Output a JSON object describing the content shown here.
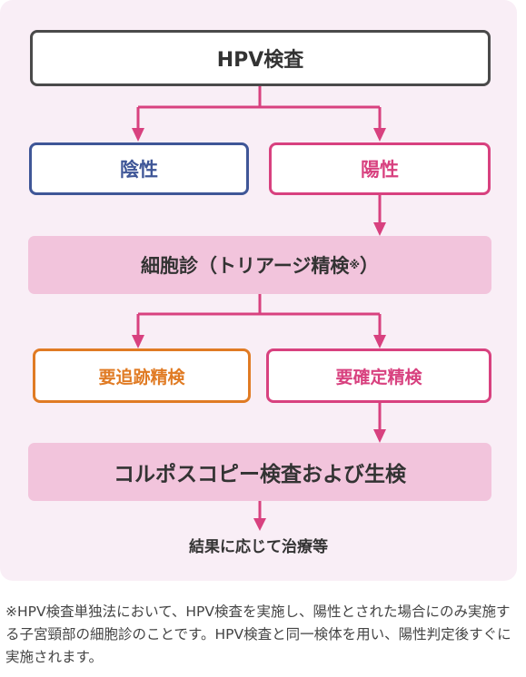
{
  "flow": {
    "hpv_test": "HPV検査",
    "negative": "陰性",
    "positive": "陽性",
    "cytology": "細胞診（トリアージ精検",
    "cytology_mark": "※",
    "cytology_close": "）",
    "follow_up": "要追跡精検",
    "confirm": "要確定精検",
    "colposcopy": "コルポスコピー検査および生検",
    "result": "結果に応じて治療等"
  },
  "footnote": "※HPV検査単独法において、HPV検査を実施し、陽性とされた場合にのみ実施する子宮頸部の細胞診のことです。HPV検査と同一検体を用い、陽性判定後すぐに実施されます。",
  "colors": {
    "arrow": "#d8417f",
    "negative": "#3f5697",
    "positive": "#d8417f",
    "follow_up": "#e07b24",
    "highlight_fill": "#f2c4dc",
    "panel": "#f9eef6"
  }
}
